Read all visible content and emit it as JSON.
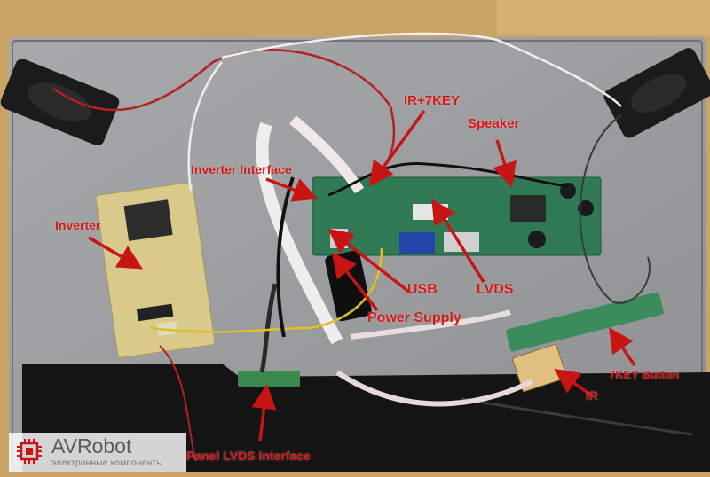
{
  "labels": {
    "ir_7key": "IR+7KEY",
    "speaker": "Speaker",
    "inverter_interface": "Inverter Interface",
    "inverter": "Inverter",
    "usb": "USB",
    "lvds": "LVDS",
    "power_supply": "Power Supply",
    "key_button": "7KEY Button",
    "ir": "IR",
    "panel_lvds_interface": "Panel LVDS Interface"
  },
  "watermark": {
    "brand": "AVRobot",
    "tagline": "электронные компоненты"
  },
  "colors": {
    "label": "#d81818",
    "arrow": "#c81414",
    "pcb": "#2f7a55",
    "panel": "#9a9c9e",
    "background": "#c9a466"
  }
}
